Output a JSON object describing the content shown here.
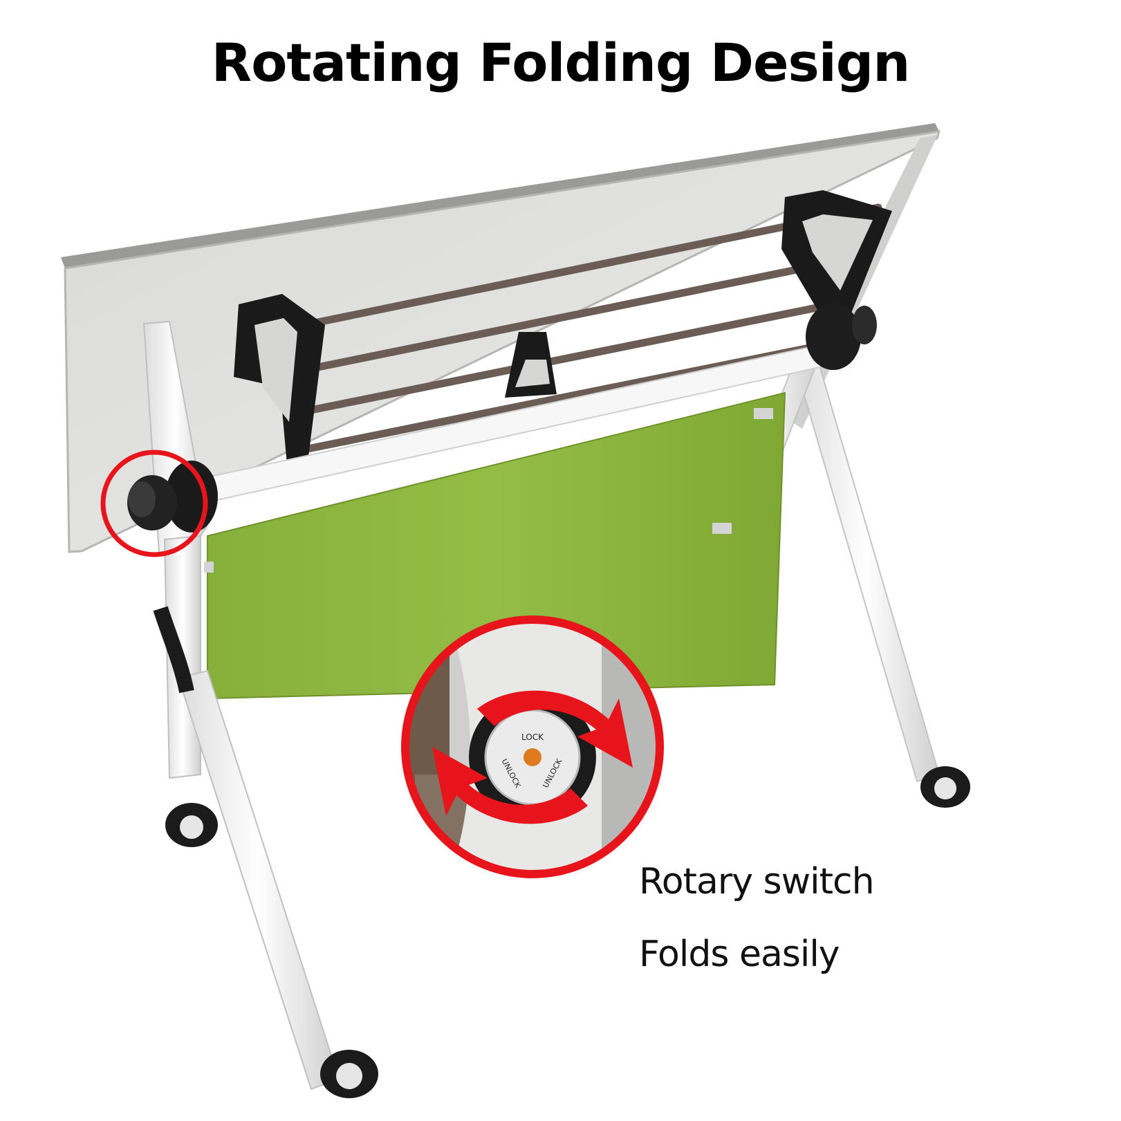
{
  "heading": "Rotating Folding Design",
  "captions": {
    "line1": "Rotary switch",
    "line2": "Folds easily"
  },
  "knob": {
    "lock_label": "LOCK",
    "unlock_left": "UNLOCK",
    "unlock_right": "UNLOCK"
  },
  "colors": {
    "highlight_red": "#e8141b",
    "panel_green": "#8bb53a",
    "tabletop": "#e3e3e1",
    "frame": "#f5f5f5",
    "bracket": "#1a1a1a"
  },
  "icons": [
    "rotation-arrows-icon",
    "lock-dial-icon"
  ]
}
